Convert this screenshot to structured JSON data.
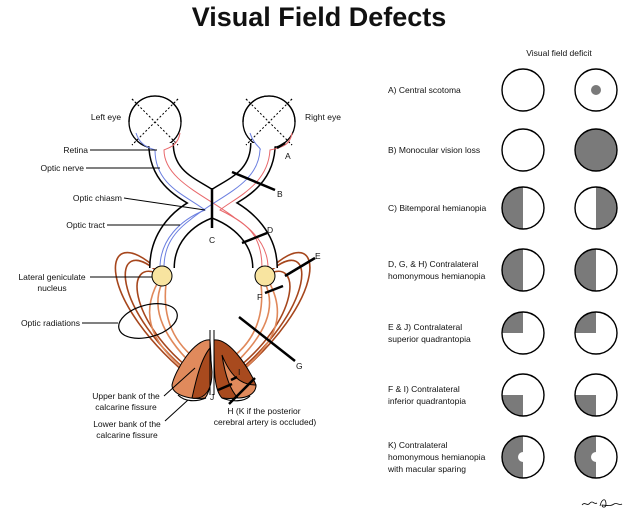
{
  "title": "Visual Field Defects",
  "column_header": "Visual field deficit",
  "anatomy_labels": {
    "left_eye": "Left eye",
    "right_eye": "Right eye",
    "retina": "Retina",
    "optic_nerve": "Optic nerve",
    "optic_chiasm": "Optic chiasm",
    "optic_tract": "Optic tract",
    "lgn": [
      "Lateral geniculate",
      "nucleus"
    ],
    "optic_radiations": "Optic radiations",
    "upper_bank": [
      "Upper bank of the",
      "calcarine fissure"
    ],
    "lower_bank": [
      "Lower bank of the",
      "calcarine fissure"
    ],
    "h_note": [
      "H (K if the posterior",
      "cerebral artery is occluded)"
    ]
  },
  "lesion_letters": [
    "A",
    "B",
    "C",
    "D",
    "E",
    "F",
    "G",
    "I",
    "J"
  ],
  "deficits": [
    {
      "label": [
        "A) Central scotoma"
      ],
      "left": "none",
      "right": "central"
    },
    {
      "label": [
        "B) Monocular vision loss"
      ],
      "left": "none",
      "right": "full"
    },
    {
      "label": [
        "C) Bitemporal hemianopia"
      ],
      "left": "left-half",
      "right": "right-half"
    },
    {
      "label": [
        "D, G, & H) Contralateral",
        "homonymous hemianopia"
      ],
      "left": "left-half",
      "right": "left-half"
    },
    {
      "label": [
        "E & J) Contralateral",
        "superior quadrantopia"
      ],
      "left": "upper-left",
      "right": "upper-left"
    },
    {
      "label": [
        "F & I) Contralateral",
        "inferior quadrantopia"
      ],
      "left": "lower-left",
      "right": "lower-left"
    },
    {
      "label": [
        "K) Contralateral",
        "homonymous hemianopia",
        "with macular sparing"
      ],
      "left": "left-half-spared",
      "right": "left-half-spared"
    }
  ],
  "colors": {
    "deficit": "#7a7a7a",
    "temporal_fibers": "#e8686b",
    "nasal_fibers": "#6b7fe0",
    "radiation_dark": "#a6461c",
    "radiation_light": "#e0885a",
    "lgn": "#f8e4a0",
    "cortex_dark": "#a84a1e",
    "cortex_light": "#e08a5c"
  }
}
